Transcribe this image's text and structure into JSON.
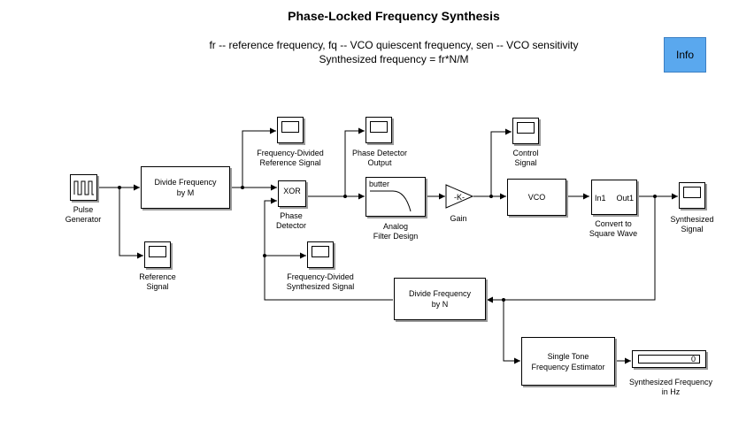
{
  "title": "Phase-Locked Frequency Synthesis",
  "subtitle_line1": "fr -- reference frequency,  fq -- VCO quiescent frequency,  sen -- VCO sensitivity",
  "subtitle_line2": "Synthesized frequency = fr*N/M",
  "info_label": "Info",
  "blocks": {
    "pulse_generator": "Pulse\nGenerator",
    "divide_m": "Divide Frequency\nby M",
    "xor": "XOR",
    "phase_detector": "Phase\nDetector",
    "filter_inner": "butter",
    "filter_label": "Analog\nFilter Design",
    "gain_inner": "-K-",
    "gain_label": "Gain",
    "vco": "VCO",
    "convert_in": "In1",
    "convert_out": "Out1",
    "convert_label": "Convert to\nSquare Wave",
    "divide_n": "Divide Frequency\nby N",
    "estimator": "Single Tone\nFrequency Estimator",
    "display_value": "0",
    "display_label": "Synthesized Frequency\nin Hz"
  },
  "scopes": {
    "freq_div_ref": "Frequency-Divided\nReference Signal",
    "phase_det_out": "Phase Detector\nOutput",
    "control": "Control\nSignal",
    "reference": "Reference\nSignal",
    "freq_div_synth": "Frequency-Divided\nSynthesized Signal",
    "synthesized": "Synthesized\nSignal"
  }
}
